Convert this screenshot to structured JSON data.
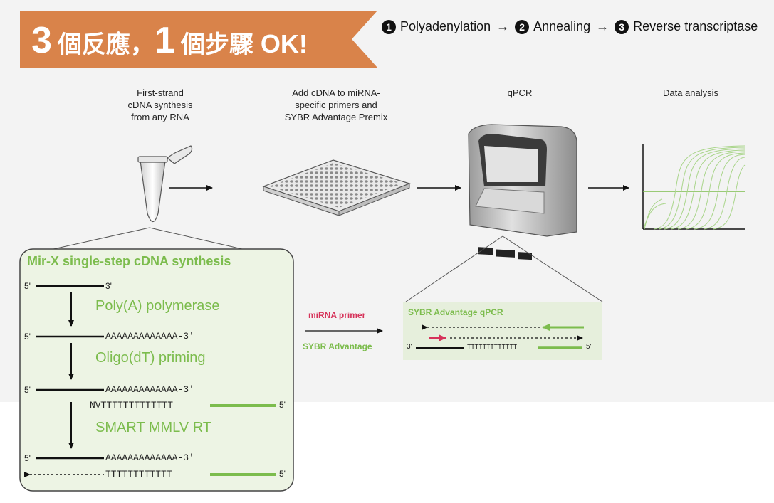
{
  "banner": {
    "num1": "3",
    "text1": "個反應，",
    "num2": "1",
    "text2": "個步驟",
    "ok": "OK!",
    "color": "#d9834a"
  },
  "steps": [
    {
      "num": "1",
      "label": "Polyadenylation"
    },
    {
      "num": "2",
      "label": "Annealing"
    },
    {
      "num": "3",
      "label": "Reverse transcriptase"
    }
  ],
  "step_arrow": "→",
  "stages": [
    {
      "lines": [
        "First-strand",
        "cDNA synthesis",
        "from any RNA"
      ]
    },
    {
      "lines": [
        "Add cDNA to miRNA-",
        "specific primers and",
        "SYBR Advantage Premix"
      ]
    },
    {
      "lines": [
        "qPCR"
      ]
    },
    {
      "lines": [
        "Data analysis"
      ]
    }
  ],
  "synthesis_box": {
    "title": "Mir-X single-step cDNA synthesis",
    "five_prime": "5'",
    "three_prime": "3'",
    "polyA": "AAAAAAAAAAAAA-3'",
    "nvt": "NVTTTTTTTTTTTTT",
    "tt": "TTTTTTTTTTTT",
    "step1": "Poly(A) polymerase",
    "step2": "Oligo(dT) priming",
    "step3": "SMART MMLV RT"
  },
  "mid_labels": {
    "mirna_primer": "miRNA primer",
    "sybr": "SYBR Advantage"
  },
  "qpcr_box": {
    "title": "SYBR Advantage qPCR",
    "three_prime": "3'",
    "five_prime": "5'",
    "tt": "TTTTTTTTTTTTT"
  },
  "colors": {
    "green": "#7cbc4d",
    "red": "#d6335a",
    "box_fill": "#edf4e4",
    "orange": "#d9834a"
  }
}
